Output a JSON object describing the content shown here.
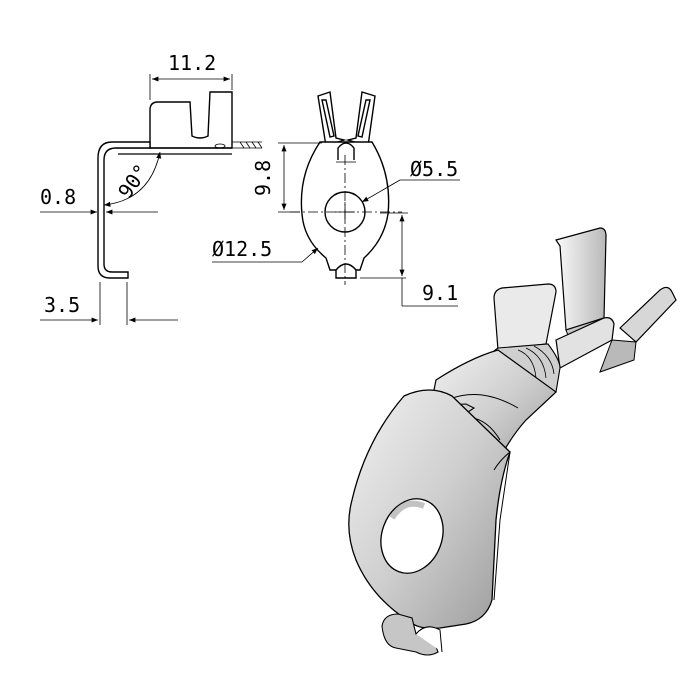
{
  "drawing": {
    "dim_width_top": "11.2",
    "dim_angle": "90°",
    "dim_thickness": "0.8",
    "dim_offset": "3.5",
    "dim_height": "9.8",
    "dim_hole_diameter": "Ø5.5",
    "dim_outer_diameter": "Ø12.5",
    "dim_center_offset": "9.1"
  },
  "colors": {
    "background": "#ffffff",
    "line": "#000000",
    "metal_light": "#e9e9e9",
    "metal_mid": "#bdbdbd",
    "metal_dark": "#8a8a8a"
  }
}
